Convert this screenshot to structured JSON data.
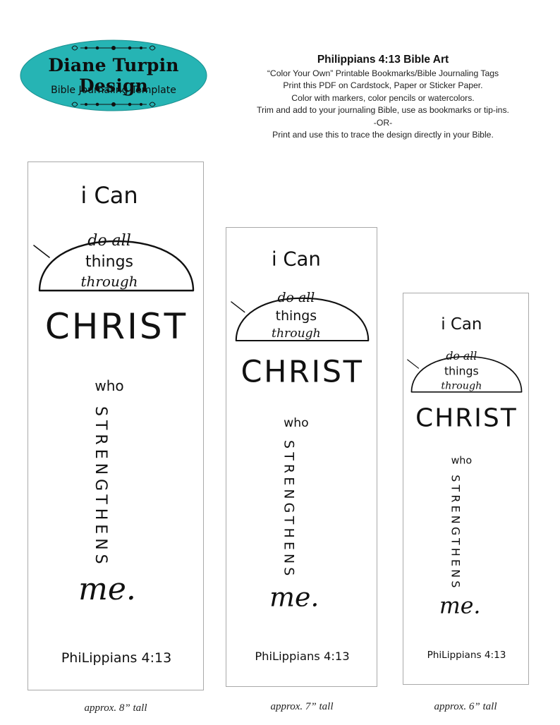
{
  "logo": {
    "title": "Diane Turpin Design",
    "subtitle": "Bible Journaling Template",
    "fill_color": "#26b4b4"
  },
  "info": {
    "title": "Philippians 4:13 Bible Art",
    "lines": [
      "“Color Your Own” Printable Bookmarks/Bible Journaling Tags",
      "Print this PDF on Cardstock, Paper or Sticker Paper.",
      "Color with markers, color pencils or watercolors.",
      "Trim and add to your journaling Bible, use as bookmarks or tip-ins.",
      "-OR-",
      "Print and use this to trace the design directly in your Bible."
    ]
  },
  "bookmark": {
    "words_top": [
      "i Can",
      "do all",
      "things",
      "through"
    ],
    "christ": "CHRIST",
    "who": "who",
    "vertical_word": "STRENGTHENS",
    "me": "me.",
    "reference": "PhiLippians 4:13"
  },
  "captions": [
    "approx. 8” tall",
    "approx. 7” tall",
    "approx. 6” tall"
  ]
}
